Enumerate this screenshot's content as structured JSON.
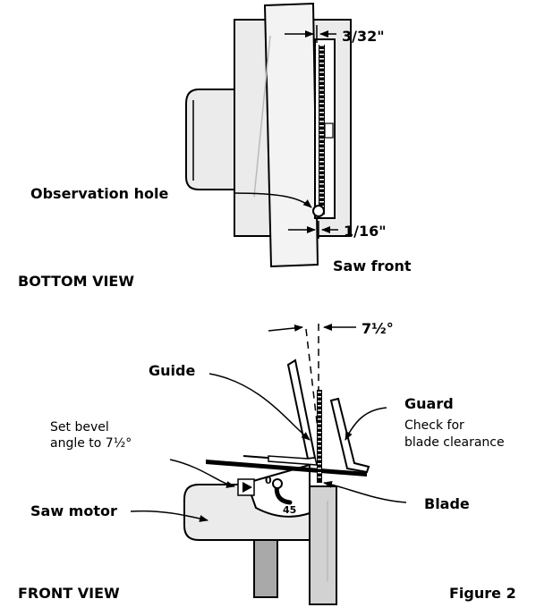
{
  "bottom_view": {
    "title": "BOTTOM VIEW",
    "label_gap_top": "3/32\"",
    "label_gap_bottom": "1/16\"",
    "label_observation": "Observation hole",
    "label_saw_front": "Saw front"
  },
  "front_view": {
    "title": "FRONT VIEW",
    "angle_label": "7½°",
    "label_guide": "Guide",
    "label_guard": "Guard",
    "guard_note_line1": "Check for",
    "guard_note_line2": "blade clearance",
    "bevel_note_line1": "Set bevel",
    "bevel_note_line2": "angle to 7½°",
    "label_saw_motor": "Saw motor",
    "label_blade": "Blade",
    "scale_0": "0",
    "scale_45": "45"
  },
  "figure_label": "Figure 2",
  "colors": {
    "stroke": "#000000",
    "light_fill": "#ebebeb",
    "mid_fill": "#d2d2d2",
    "dark_fill": "#a9a9a9"
  }
}
